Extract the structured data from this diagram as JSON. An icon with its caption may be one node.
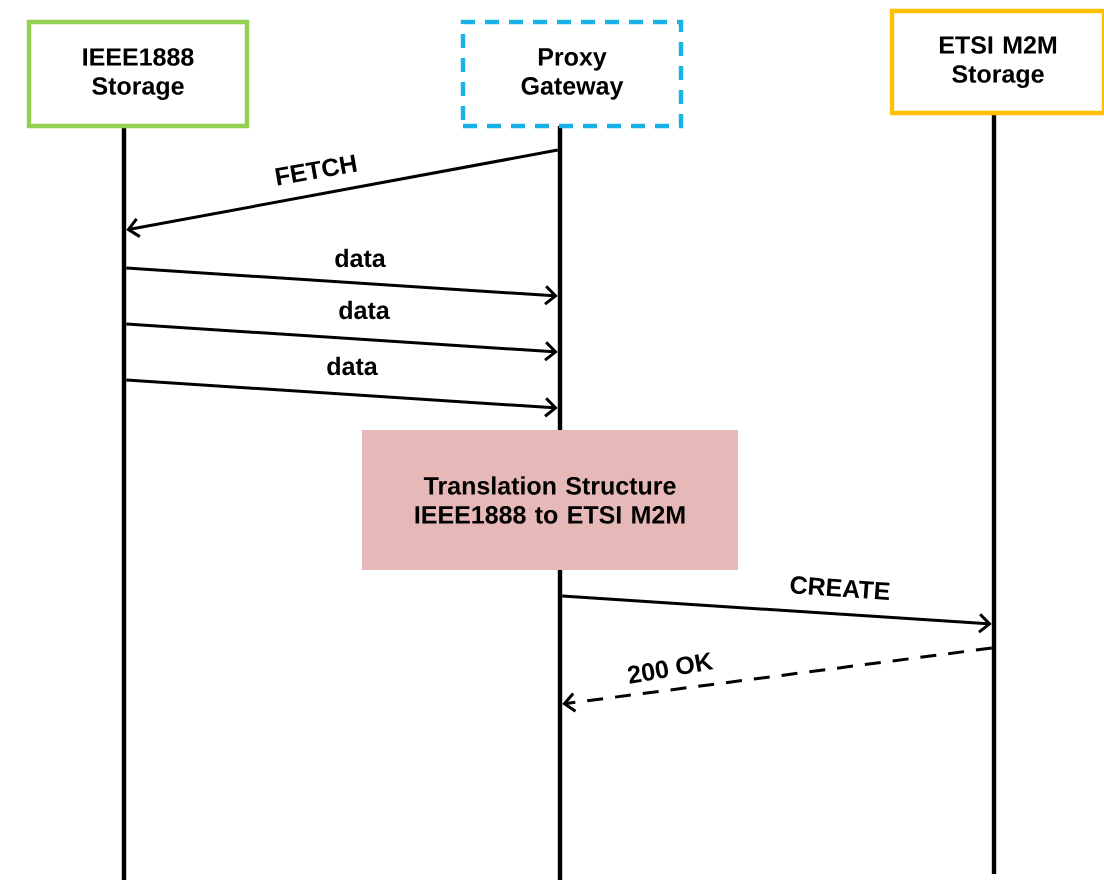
{
  "diagram": {
    "nodes": [
      {
        "text": [
          "IEEE1888 Storage"
        ]
      },
      {
        "text": [
          "Proxy Gateway"
        ]
      },
      {
        "text": [
          "ETSI M2M Storage"
        ]
      },
      {
        "text": [
          "Translation Structure IEEE1888 to ETSI M2M"
        ]
      }
    ],
    "edges": [
      {
        "from": 1,
        "to": 0,
        "arrow": "to",
        "label": "FETCH"
      },
      {
        "from": 0,
        "to": 1,
        "arrow": "to",
        "label": "data"
      },
      {
        "from": 0,
        "to": 1,
        "arrow": "to",
        "label": "data"
      },
      {
        "from": 0,
        "to": 1,
        "arrow": "to",
        "label": "data"
      },
      {
        "from": 1,
        "to": 2,
        "arrow": "to",
        "label": "CREATE"
      },
      {
        "from": 2,
        "to": 1,
        "arrow": "to",
        "label": "200 OK",
        "style": "dashed"
      }
    ]
  }
}
